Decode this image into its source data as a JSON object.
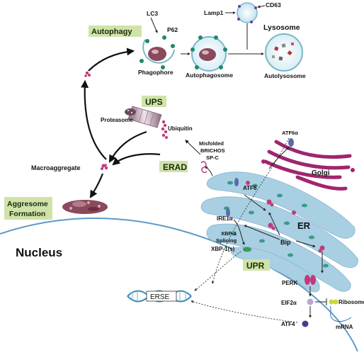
{
  "labels": {
    "lc3": "LC3",
    "p62": "P62",
    "lamp1": "Lamp1",
    "cd63": "CD63",
    "lysosome": "Lysosome",
    "autophagy": "Autophagy",
    "phagophore": "Phagophore",
    "autophagosome": "Autophagosome",
    "autolysosome": "Autolysosome",
    "ups": "UPS",
    "proteasome": "Proteasome",
    "ubiquitin": "Ubiquitin",
    "misfolded_1": "Misfolded",
    "misfolded_2": "BRICHOS",
    "misfolded_3": "SP-C",
    "erad": "ERAD",
    "macroaggregate": "Macroaggregate",
    "aggresome_1": "Aggresome",
    "aggresome_2": "Formation",
    "nucleus": "Nucleus",
    "atf6a": "ATF6α",
    "golgi": "Golgi",
    "atf6": "ATF6",
    "er": "ER",
    "ire1a": "IRE1α",
    "xbp1_1": "XBP-1",
    "xbp1_2": "Splicing",
    "xbp1s": "XBP-1(s)",
    "bip": "Bip",
    "upr": "UPR",
    "perk": "PERK",
    "erse": "ERSE",
    "eif2a": "EIF2α",
    "ribosome": "Ribosome",
    "atf4": "ATF4",
    "mrna": "mRNA"
  },
  "colors": {
    "label_box": "#cfe3a8",
    "er": "#a9cfe3",
    "golgi": "#a0256e",
    "nucleus_line": "#5b9ac8",
    "protein": "#c23a7a"
  }
}
